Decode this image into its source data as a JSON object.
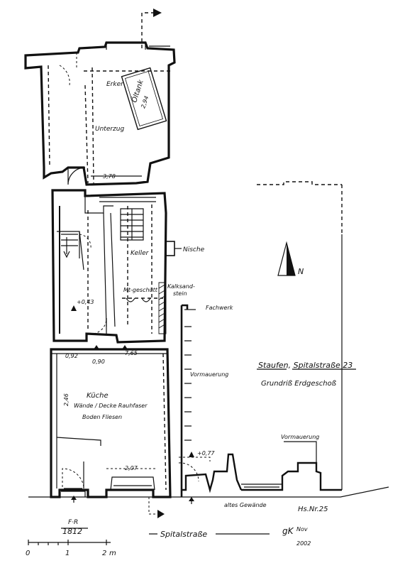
{
  "title": {
    "line1": "Staufen, Spitalstraße 23",
    "line2": "Grundriß Erdgeschoß"
  },
  "rooms": {
    "erker": "Erker",
    "oltank": "Öltank",
    "unterzug": "Unterzug",
    "keller": "Keller",
    "nische": "Nische",
    "mitgeschiott": "Mt-geschütt",
    "kalksandstein_1": "Kalksand-",
    "kalksandstein_2": "stein",
    "fachwerk": "Fachwerk",
    "vormauerung_1": "Vormauerung",
    "vormauerung_2": "Vormauerung",
    "kueche": "Küche",
    "kueche_walls": "Wände / Decke Rauhfaser",
    "kueche_floor": "Boden Fliesen"
  },
  "dimensions": {
    "tank_width": "2,94",
    "upper_span": "3,78",
    "level_1": "+0,43",
    "d_092": "0,92",
    "d_090": "0,90",
    "d_765": "7,65",
    "kitchen_height": "2,46",
    "kitchen_bottom": "2,07",
    "level_2": "+0,77"
  },
  "street": {
    "name": "Spitalstraße",
    "old_walls": "altes Gewände",
    "house_number": "Hs.Nr.25",
    "fr_label": "F·R",
    "fr_year": "1812"
  },
  "north": {
    "label": "N"
  },
  "scale": {
    "ticks": [
      "0",
      "1",
      "2"
    ],
    "unit": "m"
  },
  "signature": {
    "initials": "gK",
    "month": "Nov",
    "year": "2002"
  }
}
